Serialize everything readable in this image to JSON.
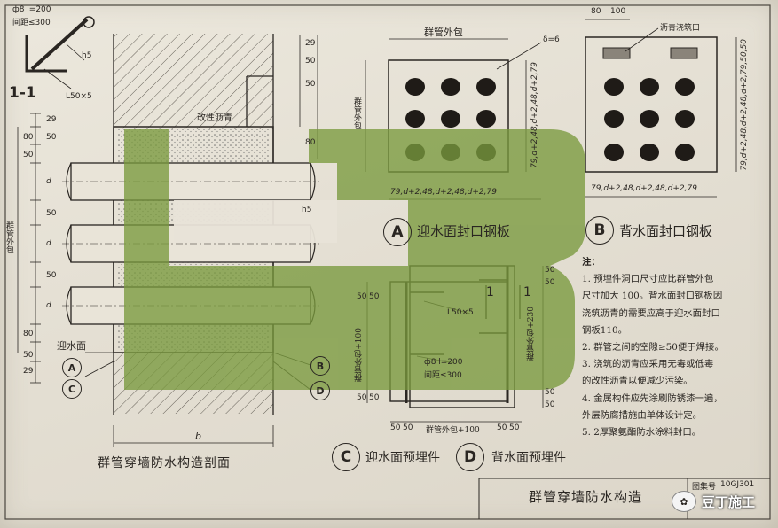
{
  "detail_1_1": {
    "rebar_note": "ф8  l=200",
    "spacing_note": "间距≤300",
    "weld": "h5",
    "angle": "L50×5",
    "section_mark": "1-1"
  },
  "section_view": {
    "title": "群管穿墙防水构造剖面",
    "modified_asphalt": "改性沥青",
    "water_side": "迎水面",
    "weld": "h5",
    "width_dim": "b",
    "left_dims": [
      "29",
      "50",
      "80",
      "50",
      "d",
      "50",
      "d",
      "50",
      "d",
      "80",
      "50",
      "29"
    ],
    "left_label": "群管外包",
    "right_dims": [
      "29",
      "50",
      "50",
      "80"
    ],
    "tags_left": [
      "A",
      "C"
    ],
    "tags_right": [
      "B",
      "D"
    ]
  },
  "plate_a": {
    "tag": "A",
    "title": "迎水面封口钢板",
    "label": "群管外包",
    "thickness": "δ=6",
    "side_label": "群管外包",
    "right_dim": "79,d+2,48,d+2,48,d+2,79",
    "bottom_dim": "79,d+2,48,d+2,48,d+2,79"
  },
  "plate_b": {
    "tag": "B",
    "title": "背水面封口钢板",
    "top_dims": [
      "80",
      "100"
    ],
    "pour_label": "沥青浇筑口",
    "right_dim": "79,d+2,48,d+2,48,d+2,79,50,50",
    "bottom_dim": "79,d+2,48,d+2,48,d+2,79"
  },
  "embed_c": {
    "tag": "C",
    "title": "迎水面预埋件",
    "section_mark": "1",
    "angle": "L50×5",
    "rebar_note": "ф8  l=200",
    "spacing_note": "间距≤300",
    "left_dims": [
      "50",
      "50",
      "群管外包+100",
      "50",
      "50"
    ],
    "bottom_dims": [
      "50",
      "50",
      "群管外包+100",
      "50",
      "50"
    ]
  },
  "embed_d": {
    "tag": "D",
    "title": "背水面预埋件",
    "section_mark": "1",
    "right_dims": [
      "50",
      "50",
      "群管外包+230",
      "50",
      "50"
    ]
  },
  "notes": {
    "heading": "注：",
    "lines": [
      "1.  预埋件洞口尺寸应比群管外包",
      "尺寸加大 100。背水面封口钢板因",
      "浇筑沥青的需要应高于迎水面封口",
      "钢板110。",
      "2.  群管之间的空隙≥50便于焊接。",
      "3.  浇筑的沥青应采用无毒或低毒",
      "的改性沥青以便减少污染。",
      "4.  金属构件应先涂刷防锈漆一遍，",
      "外层防腐措施由单体设计定。",
      "5.  2厚聚氨酯防水涂料封口。"
    ]
  },
  "title_block": {
    "title": "群管穿墙防水构造",
    "atlas_label": "图集号",
    "atlas_no": "10GJ301"
  },
  "watermark": {
    "text": "豆丁施工"
  },
  "colors": {
    "ink": "#2a2622",
    "overlay_green": "#7a9a3e",
    "paper": "#e8e3d8"
  }
}
